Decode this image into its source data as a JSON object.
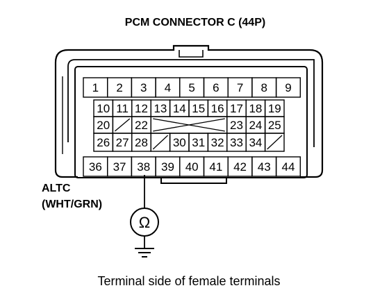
{
  "title": "PCM CONNECTOR C (44P)",
  "caption": "Terminal side of female terminals",
  "signal": {
    "name": "ALTC",
    "wire": "(WHT/GRN)"
  },
  "meter": {
    "symbol": "Ω",
    "icon": "ohmmeter-icon"
  },
  "ground": {
    "icon": "ground-symbol-icon"
  },
  "connector": {
    "rows": [
      [
        "1",
        "2",
        "3",
        "4",
        "5",
        "6",
        "7",
        "8",
        "9"
      ],
      [
        "10",
        "11",
        "12",
        "13",
        "14",
        "15",
        "16",
        "17",
        "18",
        "19"
      ],
      [
        "20",
        "",
        "22",
        "",
        "",
        "",
        "",
        "23",
        "24",
        "25"
      ],
      [
        "26",
        "27",
        "28",
        "",
        "30",
        "31",
        "32",
        "33",
        "34",
        ""
      ],
      [
        "36",
        "37",
        "38",
        "39",
        "40",
        "41",
        "42",
        "43",
        "44"
      ]
    ],
    "probe_terminal": "38"
  }
}
